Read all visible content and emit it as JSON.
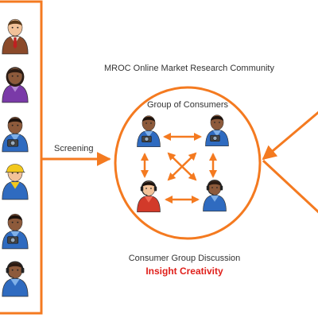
{
  "title": "MROC Online Market Research Community",
  "screening_label": "Screening",
  "group_label": "Group of Consumers",
  "discussion_label": "Consumer Group Discussion",
  "insight_label": "Insight Creativity",
  "colors": {
    "accent": "#f47a20",
    "insight_text": "#e0201b",
    "text": "#333333"
  },
  "pool_people": [
    {
      "icon": "businessman-icon"
    },
    {
      "icon": "woman-purple-icon"
    },
    {
      "icon": "photographer-icon"
    },
    {
      "icon": "construction-worker-icon"
    },
    {
      "icon": "photographer-icon"
    },
    {
      "icon": "headset-woman-icon"
    }
  ],
  "group_people": [
    {
      "icon": "photographer-icon"
    },
    {
      "icon": "photographer-icon"
    },
    {
      "icon": "headset-man-icon"
    },
    {
      "icon": "headset-woman-icon"
    }
  ]
}
